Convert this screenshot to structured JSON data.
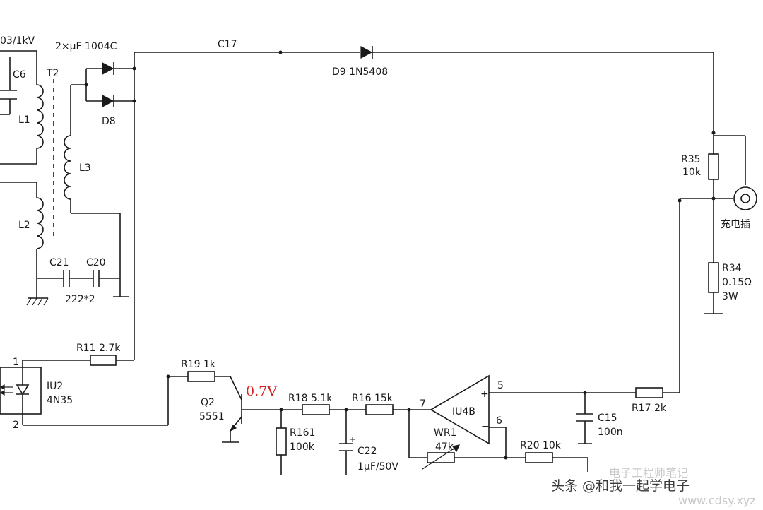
{
  "labels": {
    "c_top_left": "03/1kV",
    "cap_spec": "2×μF 1004C",
    "c17": "C17",
    "d9": "D9 1N5408",
    "c6": "C6",
    "t2": "T2",
    "l1": "L1",
    "l2": "L2",
    "l3": "L3",
    "d8": "D8",
    "c21": "C21",
    "c20": "C20",
    "c_pair_value": "222*2",
    "r35": "R35",
    "r35_value": "10k",
    "jack": "充电插",
    "r34": "R34",
    "r34_value": "0.15Ω",
    "r34_power": "3W",
    "r11": "R11 2.7k",
    "pin1": "1",
    "pin2": "2",
    "iu2": "IU2",
    "iu2_part": "4N35",
    "r19": "R19 1k",
    "q2": "Q2",
    "q2_part": "5551",
    "voltage": "0.7V",
    "r18": "R18 5.1k",
    "r16": "R16 15k",
    "pin7": "7",
    "pin5": "5",
    "pin6": "6",
    "opamp": "IU4B",
    "plus": "+",
    "minus": "−",
    "r161": "R161",
    "r161_value": "100k",
    "c22": "C22",
    "c22_value": "1μF/50V",
    "c22_plus": "+",
    "wr1": "WR1",
    "wr1_value": "47k",
    "r20": "R20 10k",
    "c15": "C15",
    "c15_value": "100n",
    "r17": "R17 2k"
  },
  "watermark": {
    "line1": "头条 @和我一起学电子",
    "line2": "电子工程师笔记",
    "line3": "www.cdsy.xyz"
  },
  "colors": {
    "wire": "#1a1a1a",
    "annotation": "#d62020"
  }
}
